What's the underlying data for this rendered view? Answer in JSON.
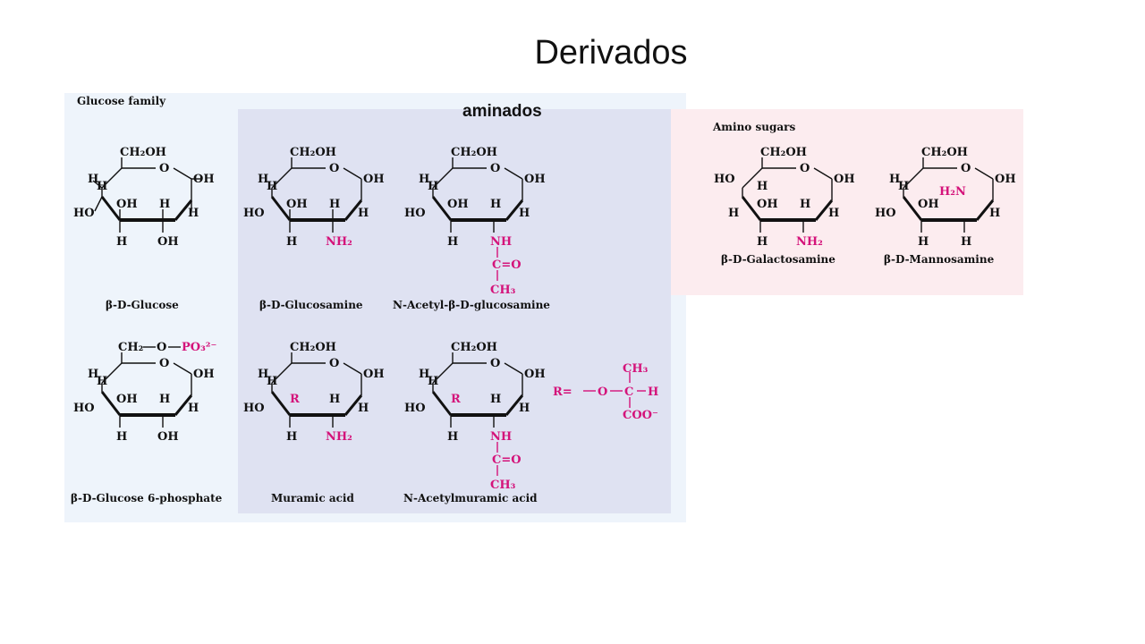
{
  "slide": {
    "title": "Derivados",
    "section_glucose": "Glucose family",
    "section_aminados": "aminados",
    "section_amino": "Amino sugars"
  },
  "captions": {
    "glucose": "β-D-Glucose",
    "glucosamine": "β-D-Glucosamine",
    "n_acetyl_glucosamine": "N-Acetyl-β-D-glucosamine",
    "galactosamine": "β-D-Galactosamine",
    "mannosamine": "β-D-Mannosamine",
    "glucose_6_phosphate": "β-D-Glucose 6-phosphate",
    "muramic_acid": "Muramic acid",
    "n_acetylmuramic_acid": "N-Acetylmuramic acid"
  },
  "labels": {
    "ch2oh": "CH₂OH",
    "ch2": "CH₂",
    "o": "O",
    "oh": "OH",
    "h": "H",
    "ho": "HO",
    "nh2": "NH₂",
    "h2n": "H₂N",
    "nh": "NH",
    "c_eq_o": "C=O",
    "ch3": "CH₃",
    "po3": "PO₃²⁻",
    "r": "R",
    "r_eq": "R=",
    "c": "C",
    "coo": "COO⁻"
  },
  "colors": {
    "accent": "#d4137a",
    "panel_glucose": "#eef4fb",
    "panel_aminados": "#dfe2f2",
    "panel_amino": "#fcecef"
  }
}
